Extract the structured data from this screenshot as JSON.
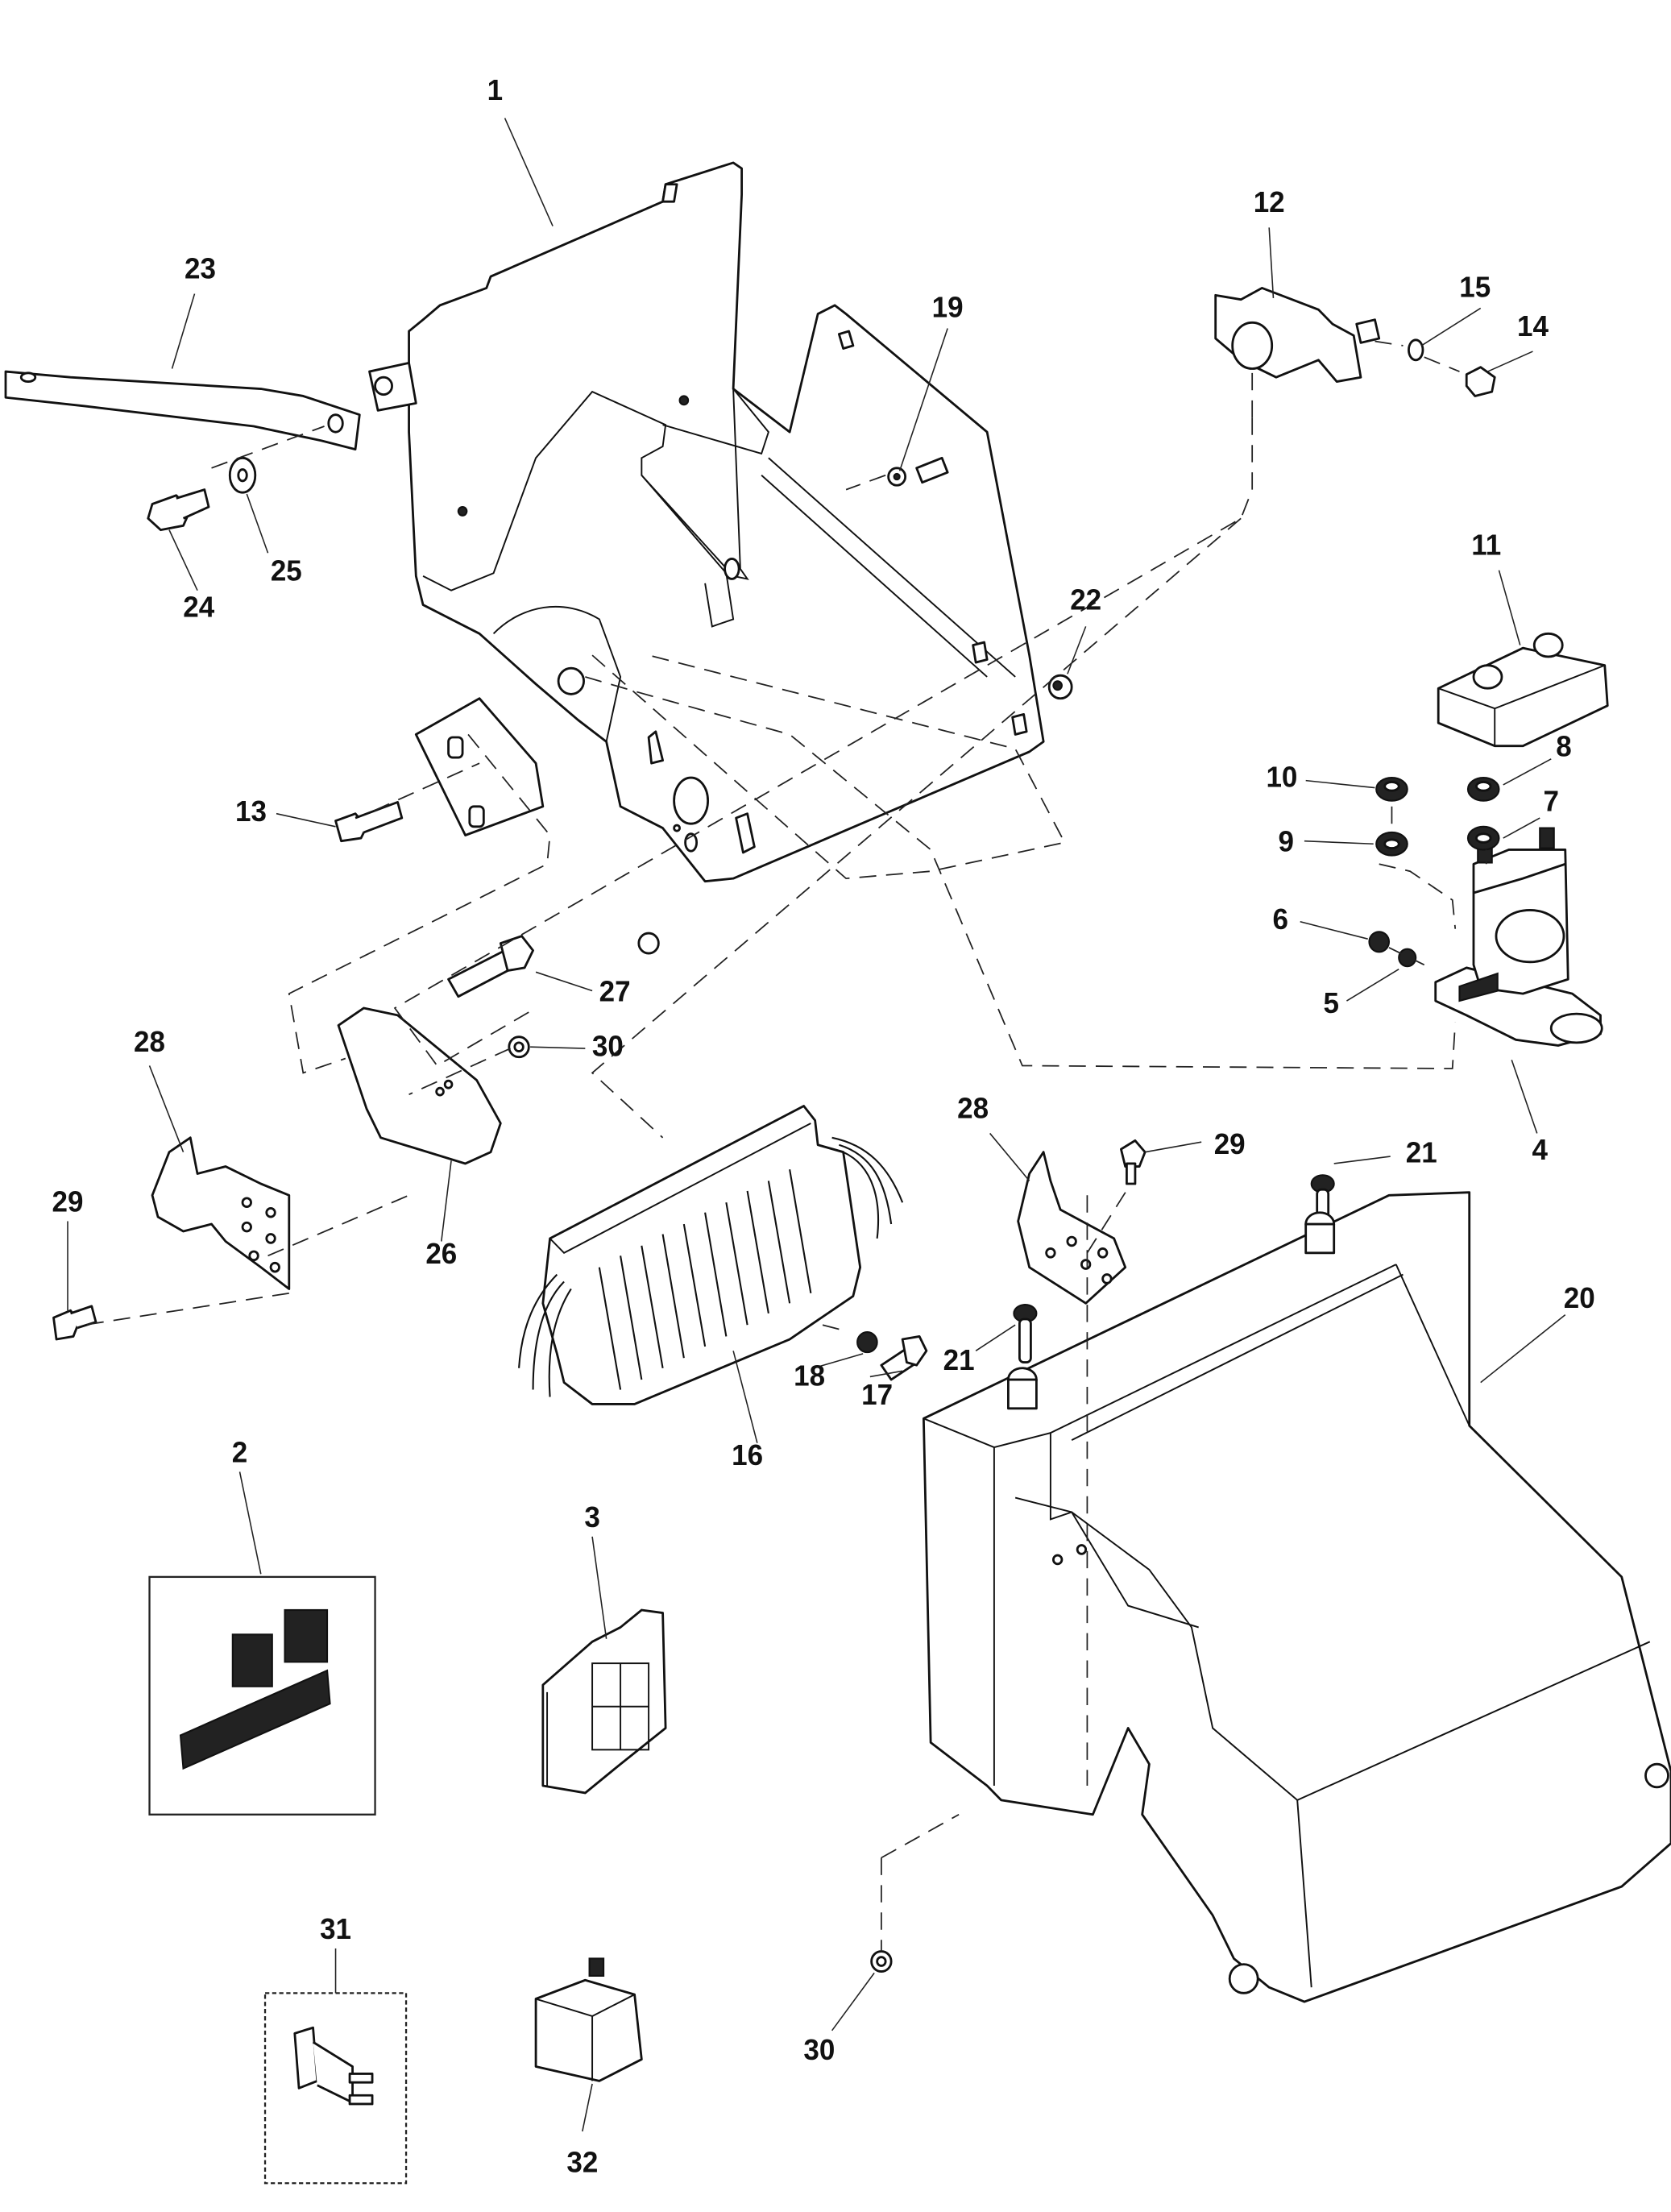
{
  "diagram": {
    "type": "exploded-parts-diagram",
    "callouts": [
      {
        "id": "1",
        "label": "1",
        "part": "battery-tray-bracket"
      },
      {
        "id": "2",
        "label": "2",
        "part": "decal-kit"
      },
      {
        "id": "3",
        "label": "3",
        "part": "wiring-connector-block"
      },
      {
        "id": "4",
        "label": "4",
        "part": "starter-solenoid"
      },
      {
        "id": "5",
        "label": "5",
        "part": "lock-washer-small"
      },
      {
        "id": "6",
        "label": "6",
        "part": "nut-small"
      },
      {
        "id": "7",
        "label": "7",
        "part": "lock-washer"
      },
      {
        "id": "8",
        "label": "8",
        "part": "nut"
      },
      {
        "id": "9",
        "label": "9",
        "part": "lock-washer"
      },
      {
        "id": "10",
        "label": "10",
        "part": "nut"
      },
      {
        "id": "11",
        "label": "11",
        "part": "terminal-cover"
      },
      {
        "id": "12",
        "label": "12",
        "part": "switch"
      },
      {
        "id": "13",
        "label": "13",
        "part": "bolt"
      },
      {
        "id": "14",
        "label": "14",
        "part": "screw"
      },
      {
        "id": "15",
        "label": "15",
        "part": "washer"
      },
      {
        "id": "16",
        "label": "16",
        "part": "voltage-regulator"
      },
      {
        "id": "17",
        "label": "17",
        "part": "bolt"
      },
      {
        "id": "18",
        "label": "18",
        "part": "washer"
      },
      {
        "id": "19",
        "label": "19",
        "part": "nut"
      },
      {
        "id": "20",
        "label": "20",
        "part": "cover"
      },
      {
        "id": "21a",
        "label": "21",
        "part": "fastener"
      },
      {
        "id": "21b",
        "label": "21",
        "part": "fastener"
      },
      {
        "id": "22",
        "label": "22",
        "part": "nut"
      },
      {
        "id": "23",
        "label": "23",
        "part": "ground-strap"
      },
      {
        "id": "24",
        "label": "24",
        "part": "bolt"
      },
      {
        "id": "25",
        "label": "25",
        "part": "washer"
      },
      {
        "id": "26",
        "label": "26",
        "part": "mounting-plate"
      },
      {
        "id": "27",
        "label": "27",
        "part": "bolt"
      },
      {
        "id": "28a",
        "label": "28",
        "part": "angle-bracket"
      },
      {
        "id": "28b",
        "label": "28",
        "part": "angle-bracket"
      },
      {
        "id": "29a",
        "label": "29",
        "part": "screw"
      },
      {
        "id": "29b",
        "label": "29",
        "part": "screw"
      },
      {
        "id": "30a",
        "label": "30",
        "part": "lock-nut"
      },
      {
        "id": "30b",
        "label": "30",
        "part": "lock-nut"
      },
      {
        "id": "31",
        "label": "31",
        "part": "fuse"
      },
      {
        "id": "32",
        "label": "32",
        "part": "relay"
      }
    ]
  }
}
